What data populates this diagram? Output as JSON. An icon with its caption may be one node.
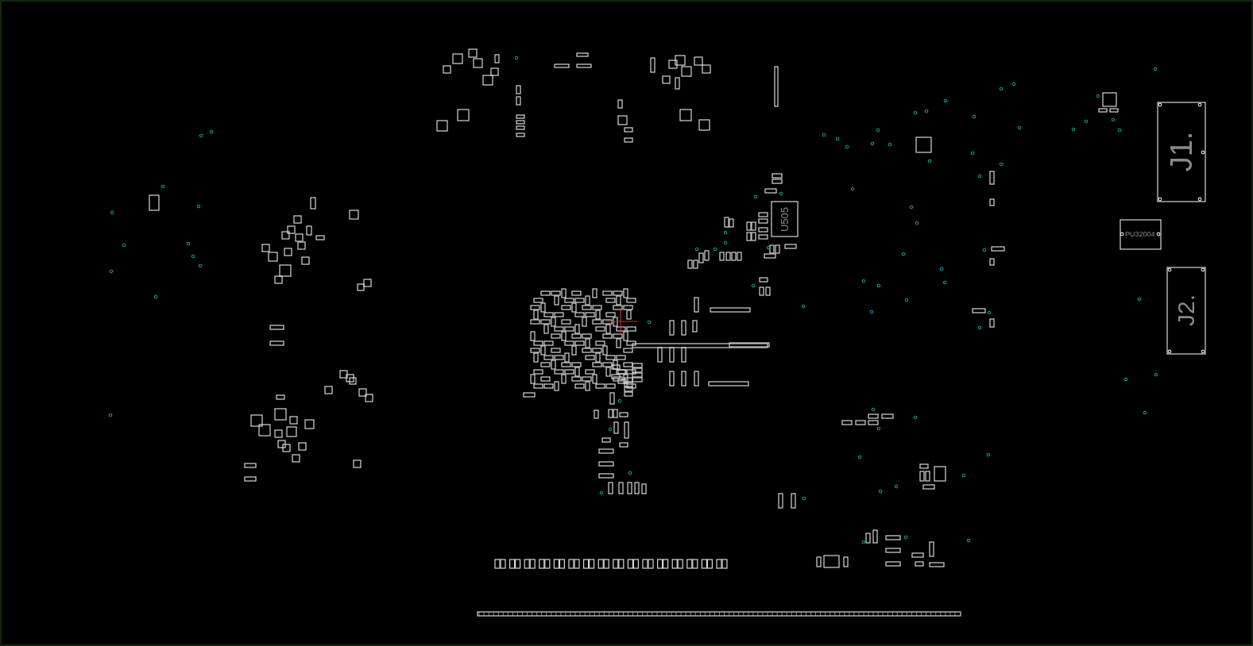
{
  "diagram": {
    "labels": [
      "J1.",
      "U505",
      "PU32004",
      "J2."
    ]
  }
}
